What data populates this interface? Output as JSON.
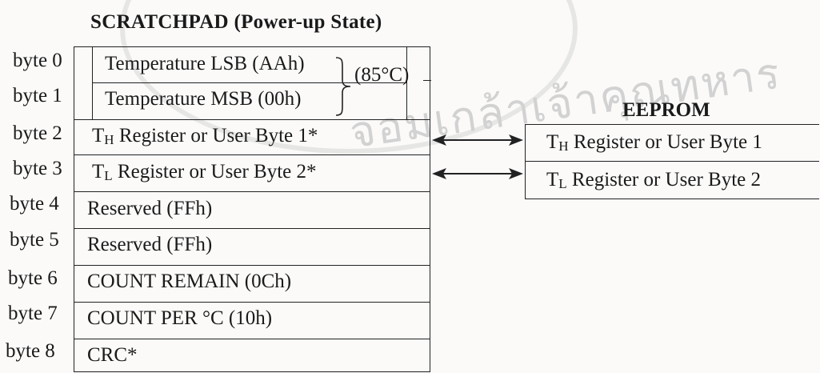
{
  "title": "SCRATCHPAD (Power-up State)",
  "bytes": [
    {
      "label": "byte 0",
      "text": "Temperature LSB (AAh)"
    },
    {
      "label": "byte 1",
      "text": "Temperature MSB (00h)"
    },
    {
      "label": "byte 2",
      "text_main": "T",
      "text_sub": "H",
      "text_rest": " Register or User Byte 1*"
    },
    {
      "label": "byte 3",
      "text_main": "T",
      "text_sub": "L",
      "text_rest": " Register or User Byte 2*"
    },
    {
      "label": "byte 4",
      "text": "Reserved (FFh)"
    },
    {
      "label": "byte 5",
      "text": "Reserved (FFh)"
    },
    {
      "label": "byte 6",
      "text": "COUNT REMAIN (0Ch)"
    },
    {
      "label": "byte 7",
      "text": "COUNT PER °C  (10h)"
    },
    {
      "label": "byte 8",
      "text": "CRC*"
    }
  ],
  "brace_value": "(85°C)",
  "eeprom": {
    "title": "EEPROM",
    "rows": [
      {
        "text_main": "T",
        "text_sub": "H",
        "text_rest": " Register or User Byte 1"
      },
      {
        "text_main": "T",
        "text_sub": "L",
        "text_rest": " Register or User Byte 2"
      }
    ]
  },
  "watermark_text": "จอมเกล้าเจ้าคุณทหาร",
  "colors": {
    "line": "#222222",
    "text": "#1a1a1a",
    "watermark": "#d2d2d2",
    "background": "#fbfaf9"
  }
}
